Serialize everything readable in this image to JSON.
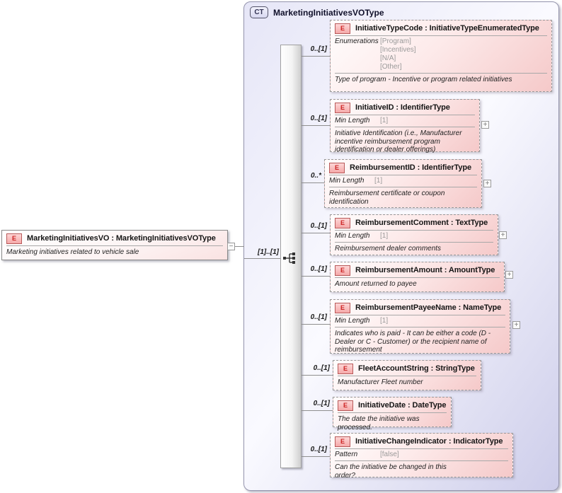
{
  "badges": {
    "element": "E",
    "complex_type": "CT"
  },
  "icons": {
    "expand_glyph": "+",
    "collapse_glyph": "−",
    "model_icon": "sequence-icon"
  },
  "colors": {
    "element_fill_light": "#fffdfd",
    "element_fill_dark": "#f5c9c9",
    "element_border": "#999999",
    "element_badge_border": "#b85a5a",
    "element_badge_text": "#cc2222",
    "container_fill_light": "#fafaff",
    "container_fill_dark": "#cdcdea",
    "container_border": "#9595ad",
    "ct_badge_text": "#333355",
    "connector_line": "#8f8f8f",
    "facet_value_text": "#9a9a9a",
    "title_text": "#151515"
  },
  "root_element": {
    "badge": "E",
    "title": "MarketingInitiativesVO : MarketingInitiativesVOType",
    "description": "Marketing initiatives related to vehicle sale"
  },
  "link": {
    "cardinality": "[1]..[1]"
  },
  "complex_type": {
    "badge": "CT",
    "title": "MarketingInitiativesVOType",
    "content_model": "sequence",
    "children": [
      {
        "badge": "E",
        "title": "InitiativeTypeCode : InitiativeTypeEnumeratedType",
        "cardinality": "0..[1]",
        "facets": {
          "label": "Enumerations",
          "values": [
            "[Program]",
            "[Incentives]",
            "[N/A]",
            "[Other]"
          ]
        },
        "description": "Type of program - Incentive or program related initiatives"
      },
      {
        "badge": "E",
        "title": "InitiativeID : IdentifierType",
        "cardinality": "0..[1]",
        "facets": {
          "label": "Min Length",
          "values": [
            "[1]"
          ]
        },
        "description": "Initiative Identification (i.e., Manufacturer incentive reimbursement program identification or dealer offerings)"
      },
      {
        "badge": "E",
        "title": "ReimbursementID : IdentifierType",
        "cardinality": "0..*",
        "facets": {
          "label": "Min Length",
          "values": [
            "[1]"
          ]
        },
        "description": "Reimbursement certificate or coupon identification"
      },
      {
        "badge": "E",
        "title": "ReimbursementComment : TextType",
        "cardinality": "0..[1]",
        "facets": {
          "label": "Min Length",
          "values": [
            "[1]"
          ]
        },
        "description": "Reimbursement dealer comments"
      },
      {
        "badge": "E",
        "title": "ReimbursementAmount : AmountType",
        "cardinality": "0..[1]",
        "description": "Amount returned to payee"
      },
      {
        "badge": "E",
        "title": "ReimbursementPayeeName : NameType",
        "cardinality": "0..[1]",
        "facets": {
          "label": "Min Length",
          "values": [
            "[1]"
          ]
        },
        "description": "Indicates who is paid - It can be either a code (D - Dealer or C - Customer) or the recipient name of reimbursement"
      },
      {
        "badge": "E",
        "title": "FleetAccountString : StringType",
        "cardinality": "0..[1]",
        "description": "Manufacturer Fleet number"
      },
      {
        "badge": "E",
        "title": "InitiativeDate : DateType",
        "cardinality": "0..[1]",
        "description": "The date the initiative was processed."
      },
      {
        "badge": "E",
        "title": "InitiativeChangeIndicator : IndicatorType",
        "cardinality": "0..[1]",
        "facets": {
          "label": "Pattern",
          "values": [
            "[false]"
          ]
        },
        "description": "Can the initiative be changed in this order?"
      }
    ]
  }
}
